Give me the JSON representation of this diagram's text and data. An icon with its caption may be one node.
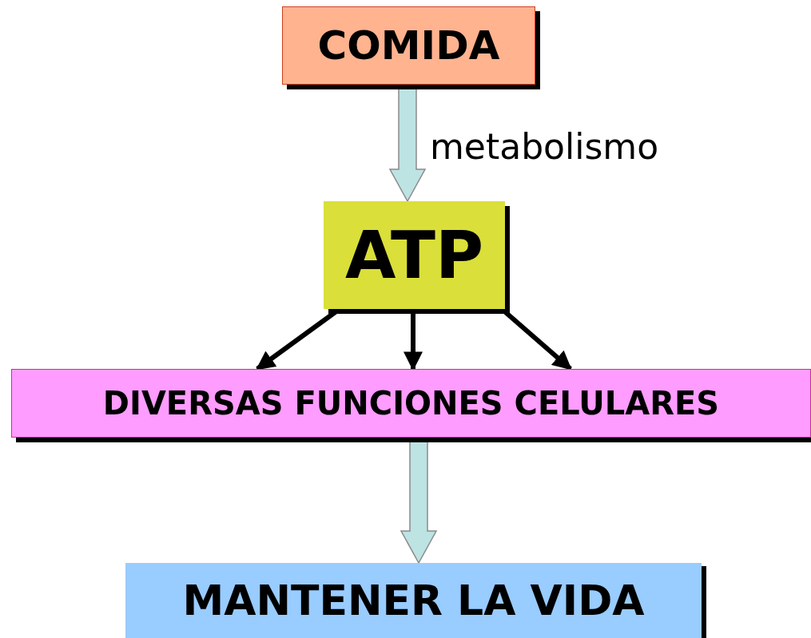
{
  "diagram": {
    "nodes": [
      {
        "text": [
          "COMIDA"
        ]
      },
      {
        "text": [
          "ATP"
        ]
      },
      {
        "text": [
          "DIVERSAS FUNCIONES CELULARES"
        ]
      },
      {
        "text": [
          "MANTENER LA VIDA"
        ]
      }
    ],
    "edges": [
      {
        "from": 0,
        "to": 1,
        "arrow": "to",
        "label": "metabolismo",
        "style": "thick",
        "color": "#bde3e3"
      },
      {
        "from": 1,
        "to": 2,
        "arrow": "to"
      },
      {
        "from": 1,
        "to": 2,
        "arrow": "to"
      },
      {
        "from": 1,
        "to": 2,
        "arrow": "to"
      },
      {
        "from": 2,
        "to": 3,
        "arrow": "to",
        "style": "thick",
        "color": "#bde3e3"
      }
    ]
  }
}
